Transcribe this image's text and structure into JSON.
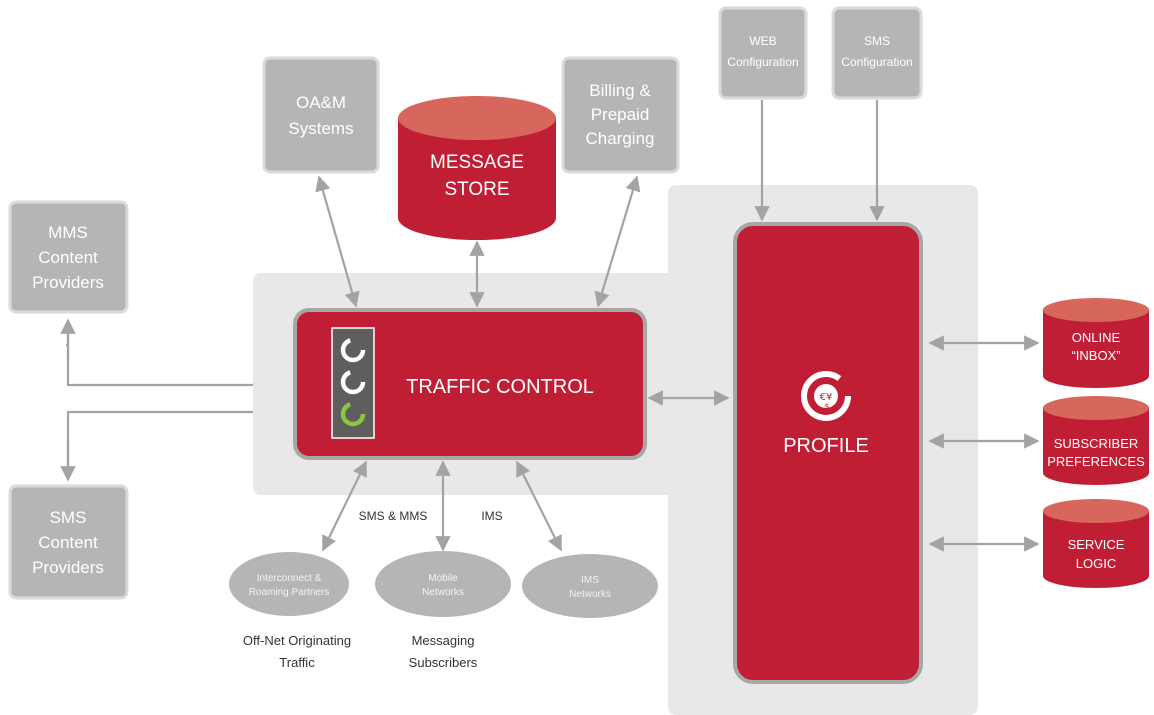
{
  "nodes": {
    "web_config": [
      "WEB",
      "Configuration"
    ],
    "sms_config": [
      "SMS",
      "Configuration"
    ],
    "oam": [
      "OA&M",
      "Systems"
    ],
    "message_store": [
      "MESSAGE",
      "STORE"
    ],
    "billing": [
      "Billing &",
      "Prepaid",
      "Charging"
    ],
    "mms_providers": [
      "MMS",
      "Content",
      "Providers"
    ],
    "sms_providers": [
      "SMS",
      "Content",
      "Providers"
    ],
    "traffic_control": "TRAFFIC CONTROL",
    "profile": "PROFILE",
    "online_inbox": [
      "ONLINE",
      "“INBOX”"
    ],
    "subscriber_prefs": [
      "SUBSCRIBER",
      "PREFERENCES"
    ],
    "service_logic": [
      "SERVICE",
      "LOGIC"
    ],
    "interconnect": [
      "Interconnect &",
      "Roaming Partners"
    ],
    "mobile_networks": [
      "Mobile",
      "Networks"
    ],
    "ims_networks": [
      "IMS",
      "Networks"
    ]
  },
  "labels": {
    "sms_mms": "SMS & MMS",
    "ims": "IMS",
    "off_net": [
      "Off-Net Originating",
      "Traffic"
    ],
    "messaging_subscribers": [
      "Messaging",
      "Subscribers"
    ]
  },
  "icons": {
    "traffic_logo": "traffic-control-logo-icon",
    "currency": "currency-icon"
  },
  "colors": {
    "accent_red": "#c01e35",
    "gray_box": "#b5b5b5",
    "background_panel": "#e8e8e8",
    "logo_green": "#8cc63f"
  }
}
